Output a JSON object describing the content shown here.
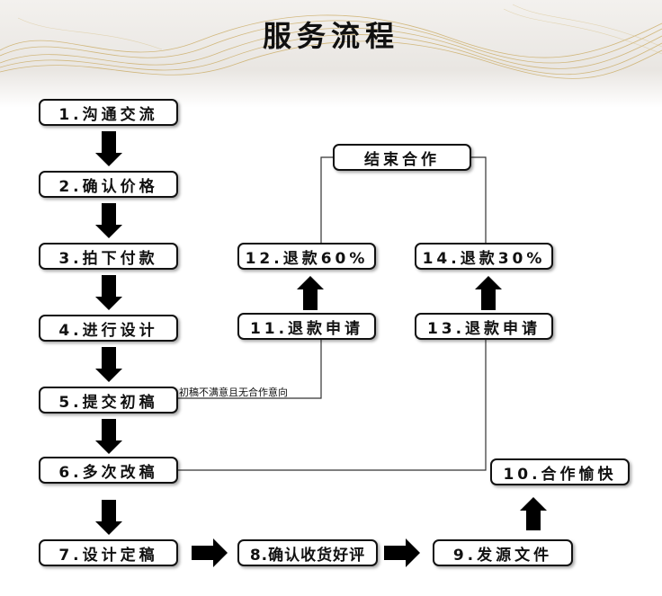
{
  "title": "服务流程",
  "steps": {
    "s1": "1.沟通交流",
    "s2": "2.确认价格",
    "s3": "3.拍下付款",
    "s4": "4.进行设计",
    "s5": "5.提交初稿",
    "s6": "6.多次改稿",
    "s7": "7.设计定稿",
    "s8": "8.确认收货好评",
    "s9": "9.发源文件",
    "s10": "10.合作愉快",
    "s11": "11.退款申请",
    "s12": "12.退款60%",
    "s13": "13.退款申请",
    "s14": "14.退款30%",
    "end": "结束合作"
  },
  "note": "初稿不满意且无合作意向",
  "colors": {
    "box_border": "#111111",
    "arrow": "#000000",
    "banner_gold": "#c9a85c"
  }
}
